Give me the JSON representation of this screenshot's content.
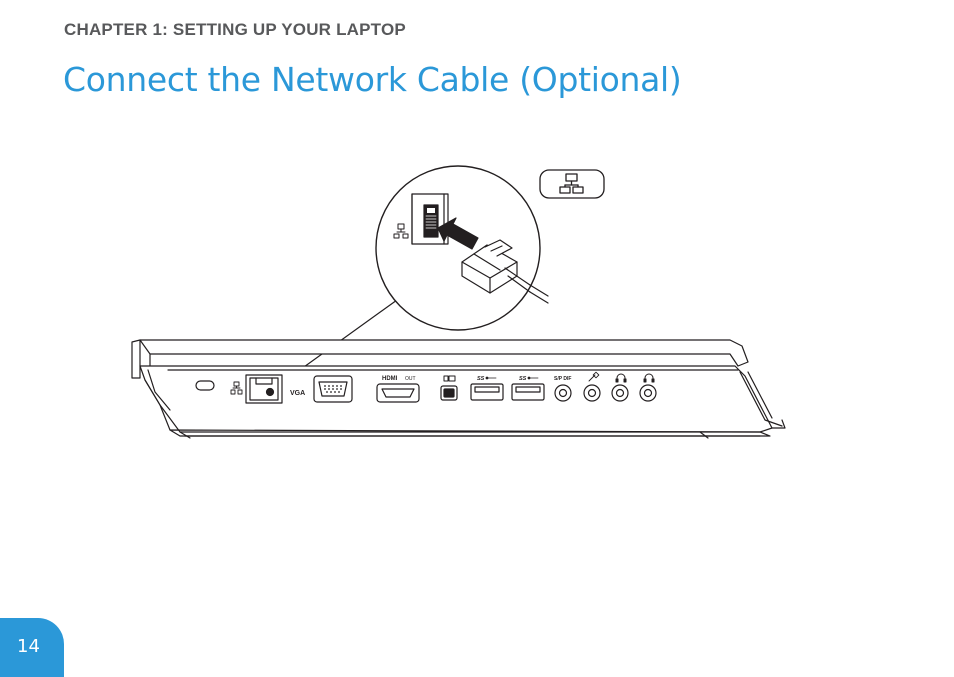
{
  "header": {
    "chapter": "CHAPTER 1:  SETTING UP YOUR LAPTOP",
    "title": "Connect the Network Cable (Optional)"
  },
  "illustration": {
    "port_labels": {
      "vga": "VGA",
      "hdmi": "HDMI",
      "hdmi_out": "OUT",
      "usb3_a": "SS",
      "usb3_b": "SS",
      "spdif": "S/P DIF"
    },
    "icons": [
      "network-icon",
      "arrow-icon",
      "network-cable-plug-icon",
      "security-lock-slot-icon",
      "mini-displayport-icon",
      "usb-icon",
      "microphone-icon",
      "headphone-icon"
    ]
  },
  "footer": {
    "page_number": "14"
  },
  "colors": {
    "accent": "#2b98d8",
    "heading_gray": "#58595b",
    "line": "#231f20"
  }
}
